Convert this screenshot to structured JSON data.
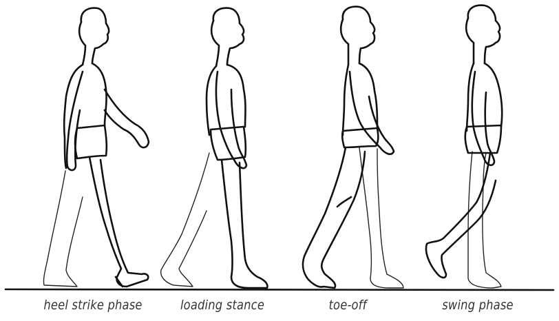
{
  "figure": {
    "phases": [
      {
        "label": "heel strike phase"
      },
      {
        "label": "loading stance"
      },
      {
        "label": "toe-off"
      },
      {
        "label": "swing phase"
      }
    ],
    "ink_color": "#111111"
  }
}
